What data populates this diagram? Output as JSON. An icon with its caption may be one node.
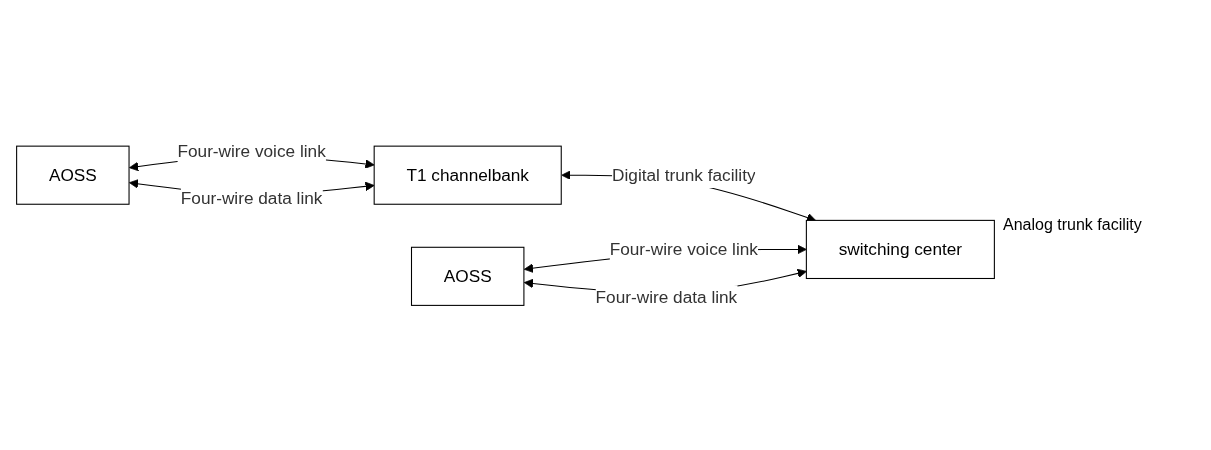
{
  "diagram": {
    "nodes": [
      {
        "text": [
          "AOSS"
        ]
      },
      {
        "text": [
          "T1 channelbank"
        ]
      },
      {
        "text": [
          "switching center"
        ]
      },
      {
        "text": [
          "AOSS"
        ]
      }
    ],
    "edges": [
      {
        "from": 0,
        "to": 1,
        "arrow": "both",
        "label": "Four-wire voice link"
      },
      {
        "from": 0,
        "to": 1,
        "arrow": "both",
        "label": "Four-wire data link"
      },
      {
        "from": 1,
        "to": 2,
        "arrow": "both",
        "label": "Digital trunk facility"
      },
      {
        "from": 3,
        "to": 2,
        "arrow": "both",
        "label": "Four-wire voice link"
      },
      {
        "from": 3,
        "to": 2,
        "arrow": "both",
        "label": "Four-wire data link"
      }
    ],
    "labels": [
      "Analog trunk facility"
    ]
  }
}
